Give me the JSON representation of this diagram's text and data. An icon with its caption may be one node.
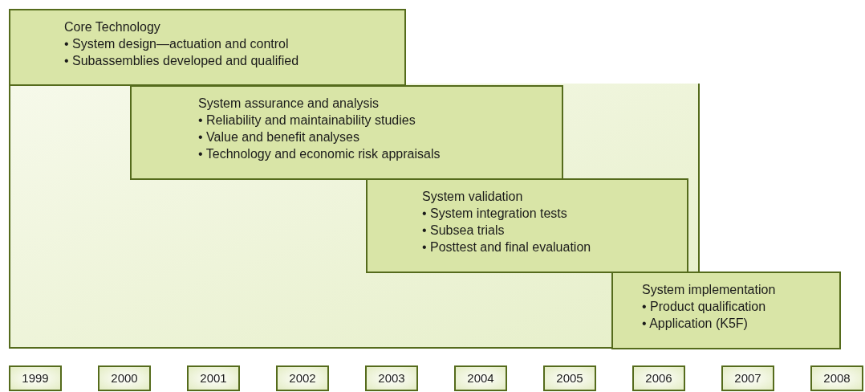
{
  "diagram": {
    "nodes": [
      {
        "text": [
          "Core Technology",
          "• System design—actuation and control",
          "• Subassemblies developed and qualified"
        ]
      },
      {
        "text": [
          "System assurance and analysis",
          "• Reliability and maintainability studies",
          "• Value and benefit analyses",
          "• Technology and economic risk appraisals"
        ]
      },
      {
        "text": [
          "System validation",
          "• System integration tests",
          "• Subsea trials",
          "• Posttest and final evaluation"
        ]
      },
      {
        "text": [
          "System implementation",
          "• Product qualification",
          "• Application (K5F)"
        ]
      },
      {
        "text": [
          "1999"
        ]
      },
      {
        "text": [
          "2000"
        ]
      },
      {
        "text": [
          "2001"
        ]
      },
      {
        "text": [
          "2002"
        ]
      },
      {
        "text": [
          "2003"
        ]
      },
      {
        "text": [
          "2004"
        ]
      },
      {
        "text": [
          "2005"
        ]
      },
      {
        "text": [
          "2006"
        ]
      },
      {
        "text": [
          "2007"
        ]
      },
      {
        "text": [
          "2008"
        ]
      }
    ],
    "edges": []
  }
}
